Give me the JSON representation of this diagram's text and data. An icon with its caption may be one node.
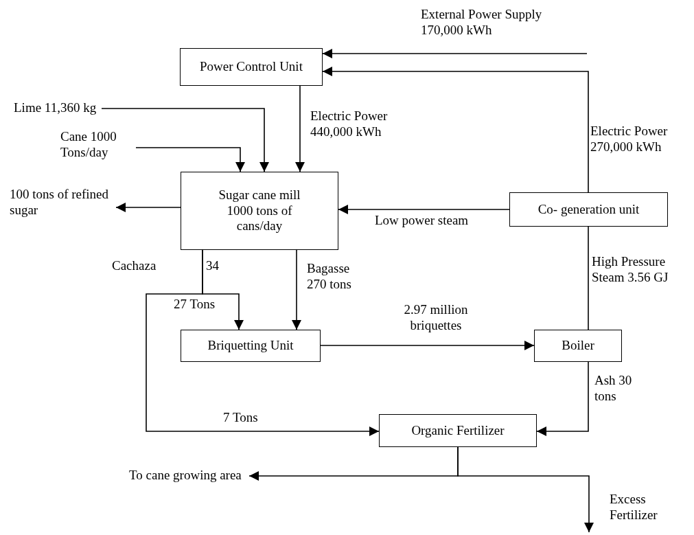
{
  "diagram": {
    "nodes": [
      {
        "text": [
          "Power Control Unit"
        ]
      },
      {
        "text": [
          "Sugar cane mill 1000 tons of cans/day"
        ]
      },
      {
        "text": [
          "Co- generation unit"
        ]
      },
      {
        "text": [
          "Briquetting Unit"
        ]
      },
      {
        "text": [
          "Boiler"
        ]
      },
      {
        "text": [
          "Organic Fertilizer"
        ]
      },
      {
        "text": [
          "Lime 11,360 kg"
        ]
      },
      {
        "text": [
          "Cane 1000 Tons/day"
        ]
      },
      {
        "text": [
          "100 tons of refined sugar"
        ]
      },
      {
        "text": [
          "To cane growing area"
        ]
      }
    ],
    "edges": [
      {
        "from": null,
        "to": 0,
        "arrow": "to",
        "label": "External Power Supply 170,000 kWh"
      },
      {
        "from": 2,
        "to": 0,
        "arrow": "to",
        "label": "Electric Power 270,000 kWh"
      },
      {
        "from": 0,
        "to": 1,
        "arrow": "to",
        "label": "Electric Power 440,000 kWh"
      },
      {
        "from": 6,
        "to": 1,
        "arrow": "to"
      },
      {
        "from": 7,
        "to": 1,
        "arrow": "to"
      },
      {
        "from": 1,
        "to": 8,
        "arrow": "to"
      },
      {
        "from": 2,
        "to": 1,
        "arrow": "to",
        "label": "Low power steam"
      },
      {
        "from": 1,
        "to": 3,
        "arrow": "to",
        "label": "Bagasse 270 tons"
      },
      {
        "from": 1,
        "to": 3,
        "arrow": "to",
        "label": "27 Tons"
      },
      {
        "from": 1,
        "to": 5,
        "arrow": "to",
        "label": "7 Tons"
      },
      {
        "from": 3,
        "to": 4,
        "arrow": "to",
        "label": "2.97 million briquettes"
      },
      {
        "from": 4,
        "to": 2,
        "arrow": "none",
        "label": "High Pressure Steam 3.56 GJ"
      },
      {
        "from": 4,
        "to": 5,
        "arrow": "to",
        "label": "Ash 30 tons"
      },
      {
        "from": 5,
        "to": 9,
        "arrow": "to"
      },
      {
        "from": 5,
        "to": null,
        "arrow": "to",
        "label": "Excess Fertilizer"
      }
    ],
    "labels": [
      "Cachaza",
      "34"
    ]
  }
}
